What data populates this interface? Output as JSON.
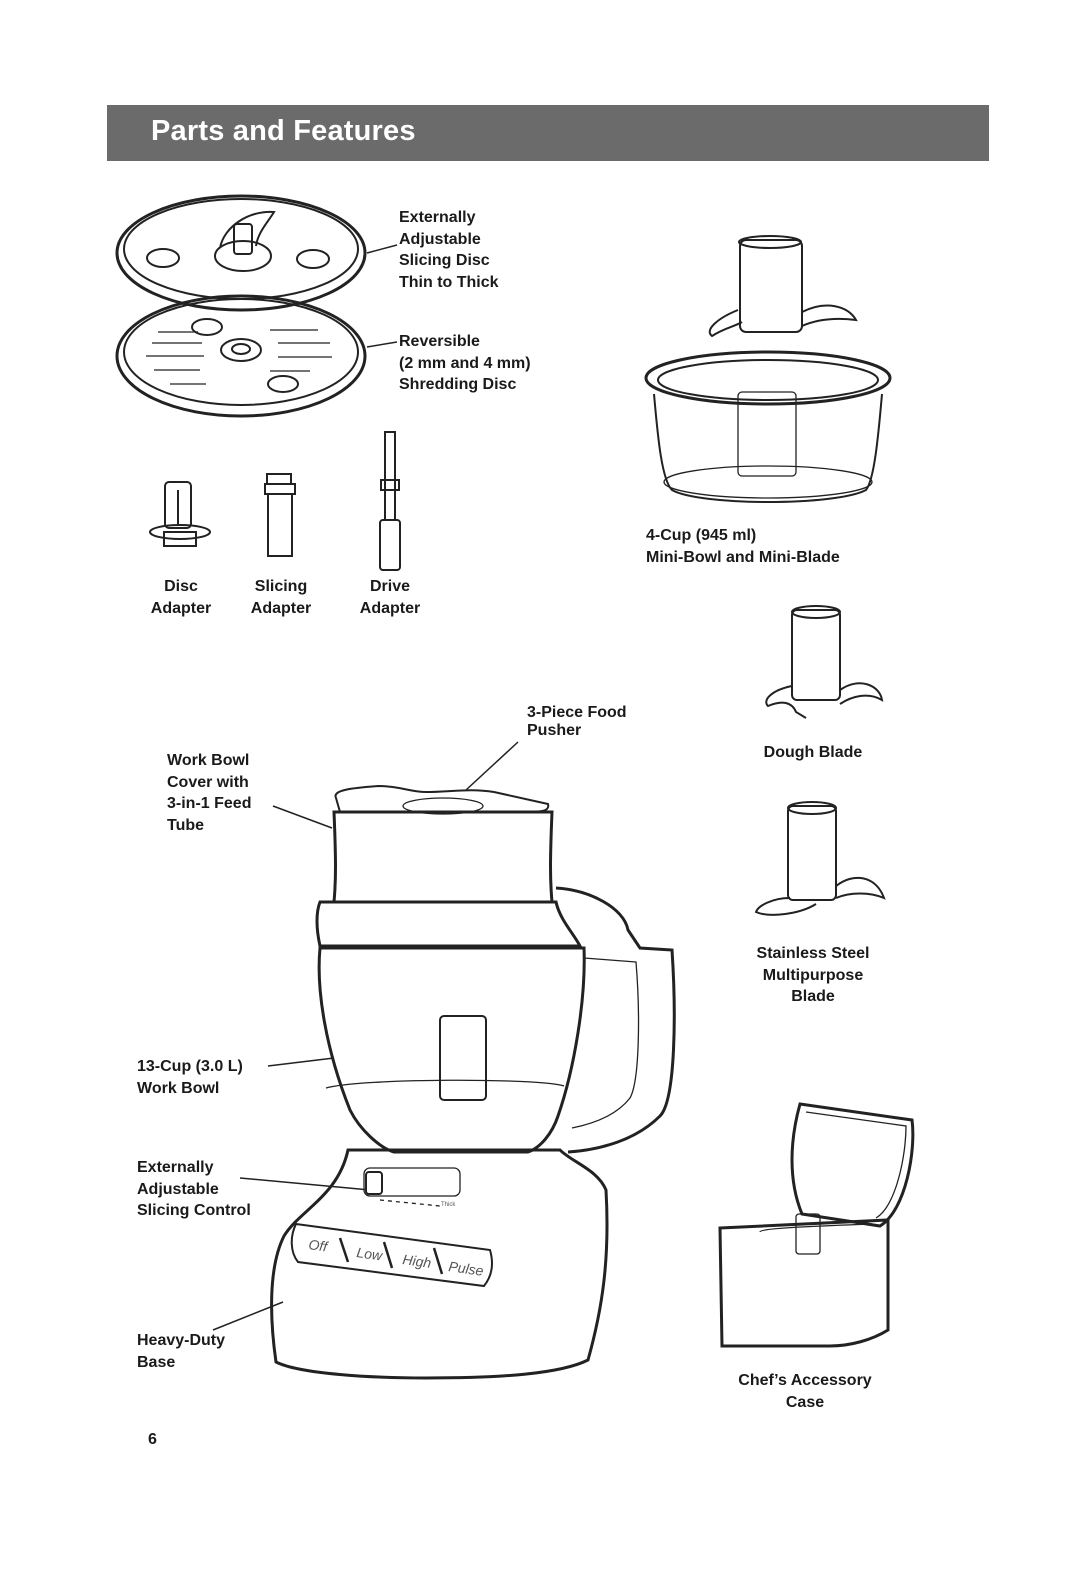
{
  "header": {
    "title": "Parts and Features"
  },
  "labels": {
    "slicing_disc": "Externally\nAdjustable\nSlicing Disc\nThin to Thick",
    "shredding_disc": "Reversible\n(2 mm and 4 mm)\nShredding Disc",
    "disc_adapter": "Disc\nAdapter",
    "slicing_adapter": "Slicing\nAdapter",
    "drive_adapter": "Drive\nAdapter",
    "mini_bowl": "4-Cup (945 ml)\nMini-Bowl and Mini-Blade",
    "food_pusher": "3-Piece Food\nPusher",
    "work_bowl_cover": "Work Bowl\nCover with\n3-in-1 Feed\nTube",
    "dough_blade": "Dough Blade",
    "multipurpose_blade": "Stainless Steel\nMultipurpose\nBlade",
    "work_bowl": "13-Cup (3.0 L)\nWork Bowl",
    "slicing_control": "Externally\nAdjustable\nSlicing Control",
    "base": "Heavy-Duty\nBase",
    "accessory_case": "Chef’s Accessory\nCase"
  },
  "control_panel": {
    "buttons": [
      "Off",
      "Low",
      "High",
      "Pulse"
    ],
    "thick_mark": "Thick"
  },
  "page_number": "6"
}
